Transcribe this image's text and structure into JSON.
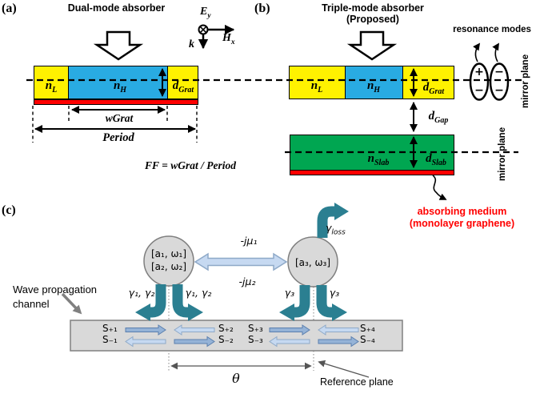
{
  "panel_a": {
    "tag": "(a)",
    "title": "Dual-mode absorber",
    "axes": {
      "e": {
        "b": "E",
        "s": "y"
      },
      "h": {
        "b": "H",
        "s": "x"
      },
      "k": "k"
    },
    "n_low": {
      "b": "n",
      "s": "L"
    },
    "n_high": {
      "b": "n",
      "s": "H"
    },
    "d_grat": {
      "b": "d",
      "s": "Grat"
    },
    "w_grat": "wGrat",
    "period": "Period",
    "fill_factor": "FF = wGrat / Period"
  },
  "panel_b": {
    "tag": "(b)",
    "title_line1": "Triple-mode absorber",
    "title_line2": "(Proposed)",
    "n_low": {
      "b": "n",
      "s": "L"
    },
    "n_high": {
      "b": "n",
      "s": "H"
    },
    "d_grat": {
      "b": "d",
      "s": "Grat"
    },
    "d_gap": {
      "b": "d",
      "s": "Gap"
    },
    "n_slab": {
      "b": "n",
      "s": "Slab"
    },
    "d_slab": {
      "b": "d",
      "s": "Slab"
    },
    "resonance_title": "resonance modes",
    "mode1": {
      "top": "+",
      "bottom": "−"
    },
    "mode2": {
      "top": "−",
      "bottom": "−"
    },
    "mirror_plane_upper": "mirror plane",
    "mirror_plane_lower": "mirror plane",
    "absorbing_line1": "absorbing medium",
    "absorbing_line2": "(monolayer graphene)"
  },
  "panel_c": {
    "tag": "(c)",
    "resonator12_line1": "[a₁, ω₁]",
    "resonator12_line2": "[a₂, ω₂]",
    "resonator3": "[a₃, ω₃]",
    "coupling_top": "-jμ₁",
    "coupling_bottom": "-jμ₂",
    "gamma12_left": "γ₁, γ₂",
    "gamma12_right": "γ₁, γ₂",
    "gamma3_left": "γ₃",
    "gamma3_right": "γ₃",
    "gamma_loss": {
      "b": "γ",
      "s": "loss"
    },
    "wave_label_line1": "Wave propagation",
    "wave_label_line2": "channel",
    "ports_top": [
      "S₊₁",
      "S₊₂",
      "S₊₃",
      "S₊₄"
    ],
    "ports_bottom": [
      "S₋₁",
      "S₋₂",
      "S₋₃",
      "S₋₄"
    ],
    "theta": "θ",
    "reference_plane": "Reference plane"
  },
  "colors": {
    "low_index_yellow": "#fff200",
    "high_index_blue": "#29abe2",
    "absorber_red": "#ff0000",
    "slab_green": "#00a651",
    "coupling_teal": "#2b7f91",
    "wave_arrow_dark": "#95b3d7",
    "wave_arrow_light": "#c6d9f1",
    "channel_gray": "#d9d9d9",
    "annotation_red": "#ff0000"
  }
}
